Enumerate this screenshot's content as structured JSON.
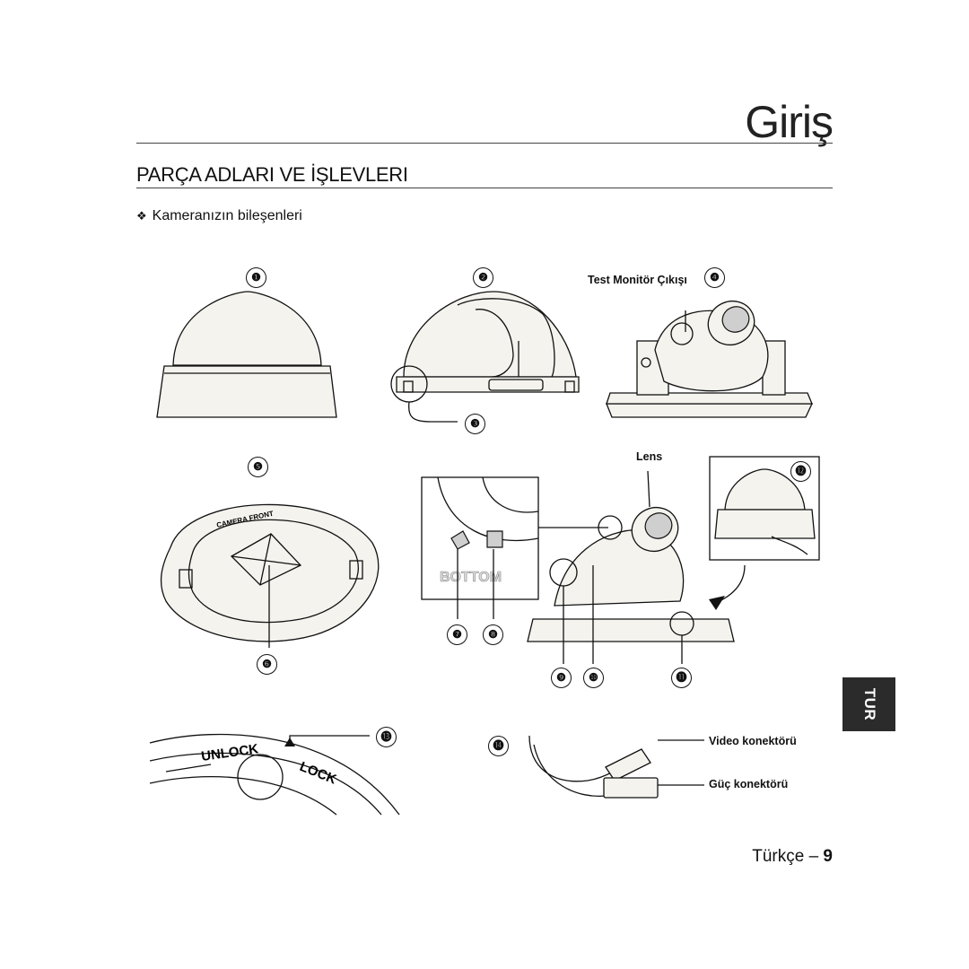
{
  "header": {
    "chapter_title": "Giriş"
  },
  "section": {
    "title": "PARÇA ADLARI VE İŞLEVLERI",
    "subtitle_bullet": "❖",
    "subtitle": "Kameranızın bileşenleri"
  },
  "callouts": {
    "n1": "❶",
    "n2": "❷",
    "n3": "❸",
    "n4": "❹",
    "n5": "❺",
    "n6": "❻",
    "n7": "❼",
    "n8": "❽",
    "n9": "❾",
    "n10": "❿",
    "n11": "⓫",
    "n12": "⓬",
    "n13": "⓭",
    "n14": "⓮"
  },
  "labels": {
    "test_monitor": "Test Monitör Çıkışı",
    "lens": "Lens",
    "video_connector": "Video konektörü",
    "power_connector": "Güç konektörü",
    "bottom_text": "BOTTOM",
    "unlock": "UNLOCK",
    "lock": "LOCK",
    "camera_front": "CAMERA FRONT"
  },
  "side_tab": {
    "label": "TUR"
  },
  "footer": {
    "language": "Türkçe –",
    "page": "9"
  }
}
